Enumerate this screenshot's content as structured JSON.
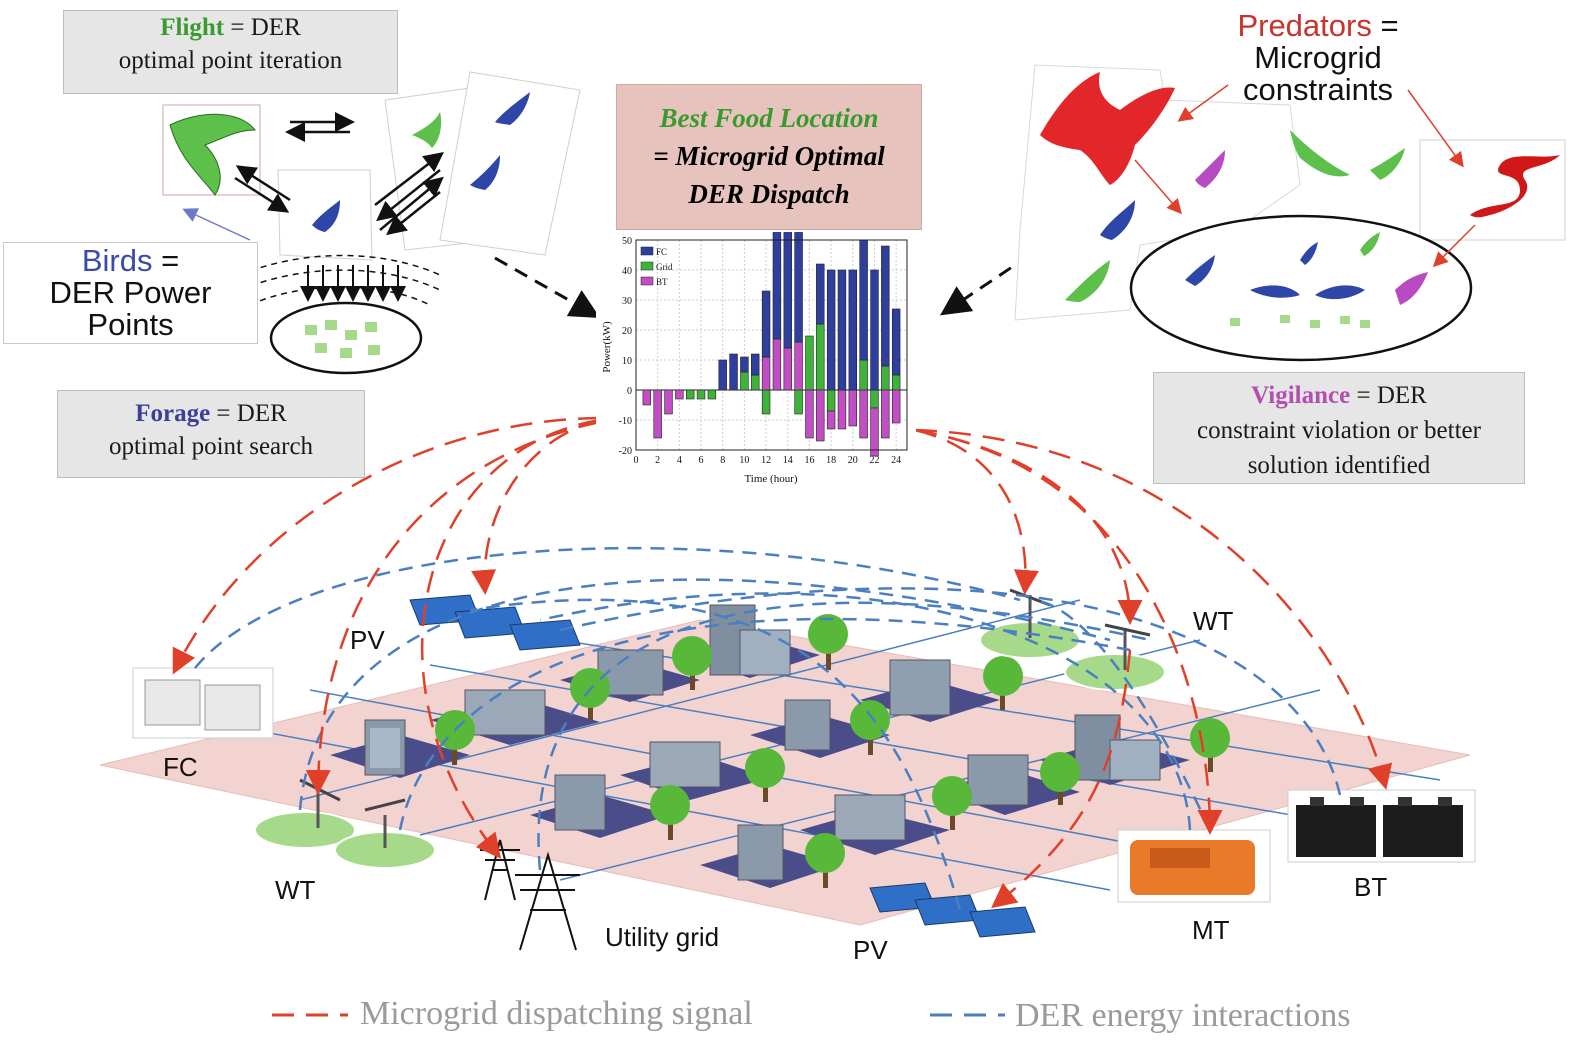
{
  "boxes": {
    "flight": {
      "keyword": "Flight",
      "rest": " = DER",
      "line2": "optimal point iteration"
    },
    "forage": {
      "keyword": "Forage",
      "rest": " = DER",
      "line2": "optimal point search"
    },
    "birds": {
      "keyword": "Birds",
      "rest": " =",
      "line2": "DER Power",
      "line3": "Points"
    },
    "best_food": {
      "keyword": "Best Food Location",
      "line2": "= Microgrid Optimal",
      "line3": "DER Dispatch"
    },
    "predators": {
      "keyword": "Predators",
      "rest": " =",
      "line2": "Microgrid",
      "line3": "constraints"
    },
    "vigilance": {
      "keyword": "Vigilance",
      "rest": " = DER",
      "line2": "constraint violation or better",
      "line3": "solution identified"
    }
  },
  "der_labels": {
    "pv_top": "PV",
    "fc": "FC",
    "wt_left": "WT",
    "utility": "Utility grid",
    "pv_bottom": "PV",
    "mt": "MT",
    "bt": "BT",
    "wt_right": "WT"
  },
  "legend": {
    "dispatch": "Microgrid dispatching signal",
    "energy": "DER energy interactions"
  },
  "colors": {
    "dispatch": "#e0402a",
    "energy": "#4a7fc0",
    "fc": "#2e3f9e",
    "grid": "#3fb23a",
    "bt": "#c14ec4",
    "bird_green": "#5cc04a",
    "bird_blue": "#2d46a8",
    "bird_purple": "#b84bc2",
    "predator": "#e3262a"
  },
  "chart_data": {
    "type": "bar",
    "xlabel": "Time (hour)",
    "ylabel": "Power(kW)",
    "ylim": [
      -20,
      50
    ],
    "xlim": [
      0,
      25
    ],
    "xticks": [
      0,
      2,
      4,
      6,
      8,
      10,
      12,
      14,
      16,
      18,
      20,
      22,
      24
    ],
    "yticks": [
      -20,
      -10,
      0,
      10,
      20,
      30,
      40,
      50
    ],
    "legend_position": "top-left",
    "x": [
      1,
      2,
      3,
      4,
      5,
      6,
      7,
      8,
      9,
      10,
      11,
      12,
      13,
      14,
      15,
      16,
      17,
      18,
      19,
      20,
      21,
      22,
      23,
      24
    ],
    "series": [
      {
        "name": "FC",
        "values": [
          0,
          0,
          0,
          0,
          0,
          0,
          0,
          10,
          12,
          5,
          7,
          22,
          40,
          40,
          40,
          0,
          20,
          40,
          40,
          40,
          40,
          40,
          40,
          22
        ]
      },
      {
        "name": "Grid",
        "values": [
          0,
          0,
          0,
          0,
          -3,
          -3,
          -3,
          0,
          0,
          6,
          5,
          -8,
          0,
          0,
          -8,
          18,
          22,
          -7,
          0,
          0,
          10,
          -6,
          8,
          5
        ]
      },
      {
        "name": "BT",
        "values": [
          -5,
          -16,
          -8,
          -3,
          0,
          0,
          0,
          0,
          0,
          0,
          0,
          11,
          17,
          14,
          16,
          -16,
          -17,
          -6,
          -13,
          -12,
          -16,
          -16,
          -16,
          -11
        ]
      }
    ]
  }
}
